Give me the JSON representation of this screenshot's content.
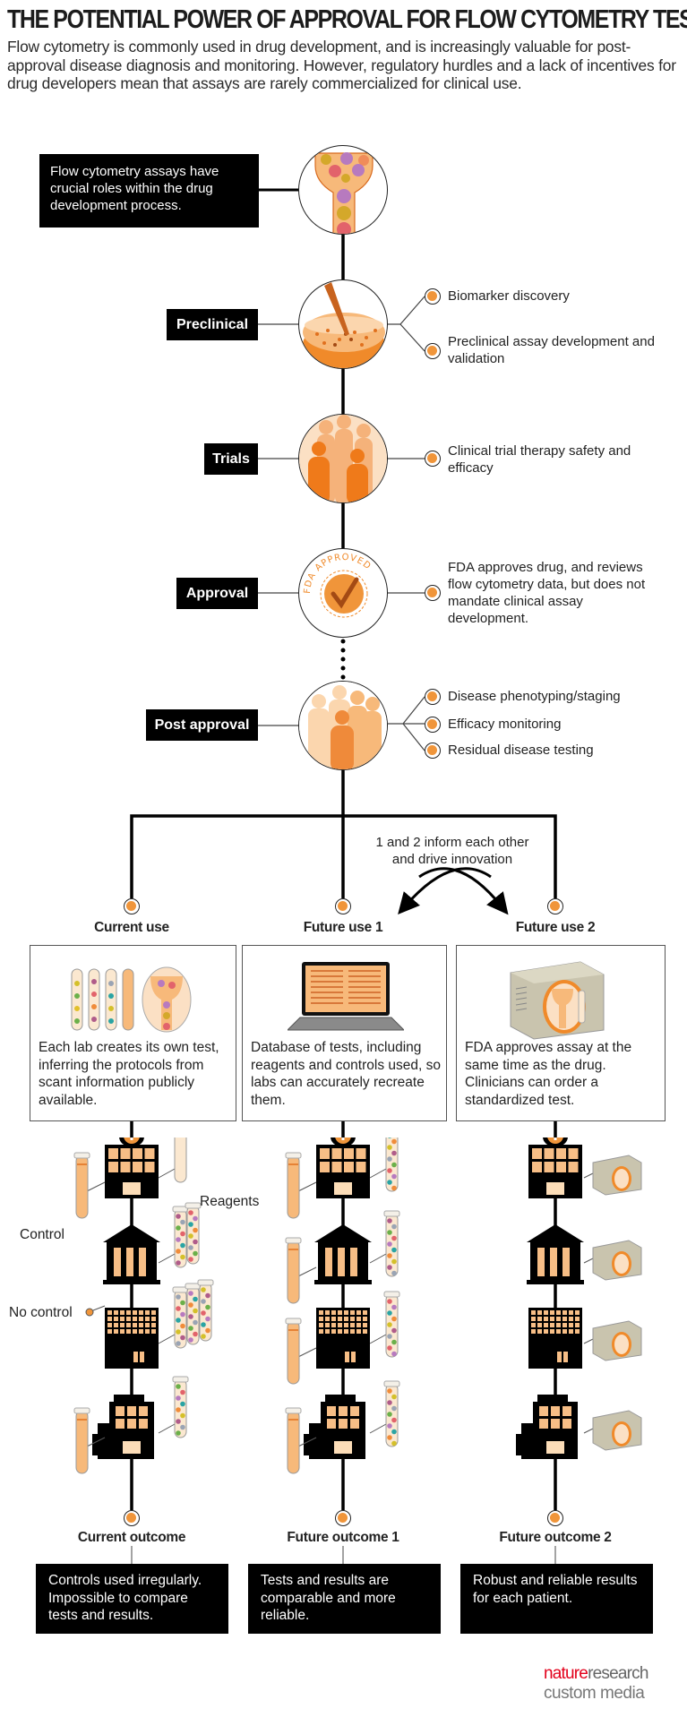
{
  "header": {
    "title": "THE POTENTIAL POWER OF APPROVAL FOR FLOW CYTOMETRY TESTS",
    "subtitle": "Flow cytometry is commonly used in drug development, and is increasingly valuable for post-approval disease diagnosis and monitoring. However, regulatory hurdles and a lack of incentives for drug developers mean that assays are rarely commercialized for clinical use."
  },
  "intro": {
    "text": "Flow cytometry assays have crucial roles within the drug development process.",
    "icon": "flow-cell-icon"
  },
  "stages": [
    {
      "label": "Preclinical",
      "icon": "petri-dish-pipette-icon",
      "items": [
        "Biomarker discovery",
        "Preclinical assay development and validation"
      ]
    },
    {
      "label": "Trials",
      "icon": "people-silhouettes-icon",
      "items": [
        "Clinical trial therapy safety and efficacy"
      ]
    },
    {
      "label": "Approval",
      "icon": "fda-approved-seal-icon",
      "seal_text": "FDA APPROVED",
      "items": [
        "FDA approves drug, and reviews flow cytometry data, but does not mandate clinical assay development."
      ]
    },
    {
      "label": "Post approval",
      "icon": "doctors-group-icon",
      "items": [
        "Disease phenotyping/staging",
        "Efficacy monitoring",
        "Residual disease testing"
      ]
    }
  ],
  "branch_note": "1 and 2 inform each other and drive innovation",
  "columns": [
    {
      "heading": "Current use",
      "icon": "test-tubes-and-cell-icon",
      "description": "Each lab creates its own test, inferring the protocols from scant information publicly available.",
      "labels": {
        "control": "Control",
        "reagents": "Reagents",
        "no_control": "No control"
      },
      "outcome_heading": "Current outcome",
      "outcome": "Controls used irregularly. Impossible to compare tests and results."
    },
    {
      "heading": "Future use 1",
      "icon": "laptop-database-icon",
      "description": "Database of tests, including reagents and controls used, so labs can accurately recreate them.",
      "outcome_heading": "Future outcome 1",
      "outcome": "Tests and results are comparable and more reliable."
    },
    {
      "heading": "Future use 2",
      "icon": "assay-kit-box-icon",
      "description": "FDA approves assay at the same time as the drug. Clinicians can order a standardized test.",
      "outcome_heading": "Future outcome 2",
      "outcome": "Robust and reliable results for each patient."
    }
  ],
  "facilities": [
    "hospital",
    "university",
    "office-building",
    "clinic"
  ],
  "logo": {
    "brand": "nature",
    "brand_rest": "research",
    "line2": "custom media"
  },
  "colors": {
    "accent": "#F0953A",
    "tube_fill": "#F7B97A",
    "window": "#F7BE86",
    "box_gray": "#C9C4AE",
    "logo_red": "#E3001B"
  }
}
